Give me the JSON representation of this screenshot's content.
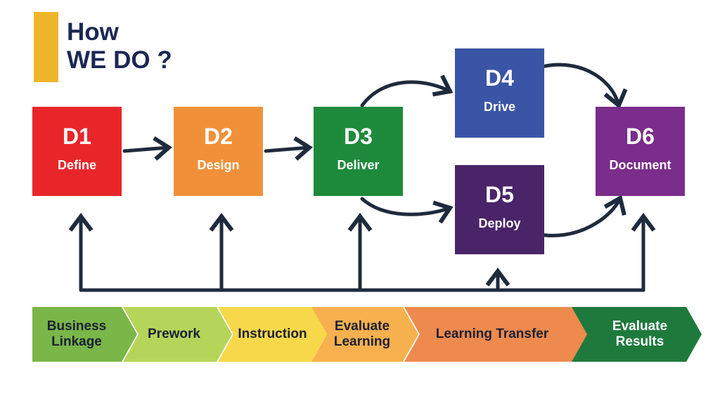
{
  "header": {
    "line1": "How",
    "line2": "WE DO ?"
  },
  "steps": [
    {
      "code": "D1",
      "label": "Define",
      "color": "#e8262a"
    },
    {
      "code": "D2",
      "label": "Design",
      "color": "#f0913a"
    },
    {
      "code": "D3",
      "label": "Deliver",
      "color": "#1e8a3c"
    },
    {
      "code": "D4",
      "label": "Drive",
      "color": "#3a55a6"
    },
    {
      "code": "D5",
      "label": "Deploy",
      "color": "#4a2468"
    },
    {
      "code": "D6",
      "label": "Document",
      "color": "#7a2d8a"
    }
  ],
  "phases": [
    {
      "line1": "Business",
      "line2": "Linkage",
      "color": "#7ab648"
    },
    {
      "line1": "Prework",
      "line2": "",
      "color": "#b5d55a"
    },
    {
      "line1": "Instruction",
      "line2": "",
      "color": "#f7d84a"
    },
    {
      "line1": "Evaluate",
      "line2": "Learning",
      "color": "#f7b04e"
    },
    {
      "line1": "Learning Transfer",
      "line2": "",
      "color": "#ee8a4e"
    },
    {
      "line1": "Evaluate",
      "line2": "Results",
      "color": "#1e7a3c"
    }
  ]
}
